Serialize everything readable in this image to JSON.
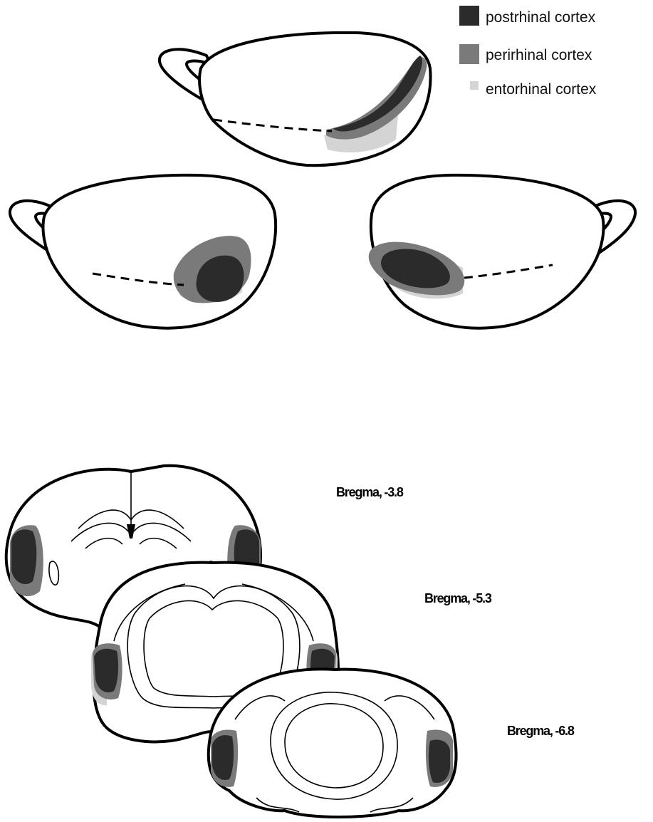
{
  "legend": {
    "items": [
      {
        "label": "postrhinal cortex",
        "color": "#2b2b2b"
      },
      {
        "label": "perirhinal cortex",
        "color": "#7a7a7a"
      },
      {
        "label": "entorhinal cortex",
        "color": "#d4d4d4"
      }
    ]
  },
  "sections": {
    "labels": [
      "Bregma, -3.8",
      "Bregma, -5.3",
      "Bregma, -6.8"
    ]
  },
  "colors": {
    "outline": "#000000",
    "background": "#ffffff"
  }
}
